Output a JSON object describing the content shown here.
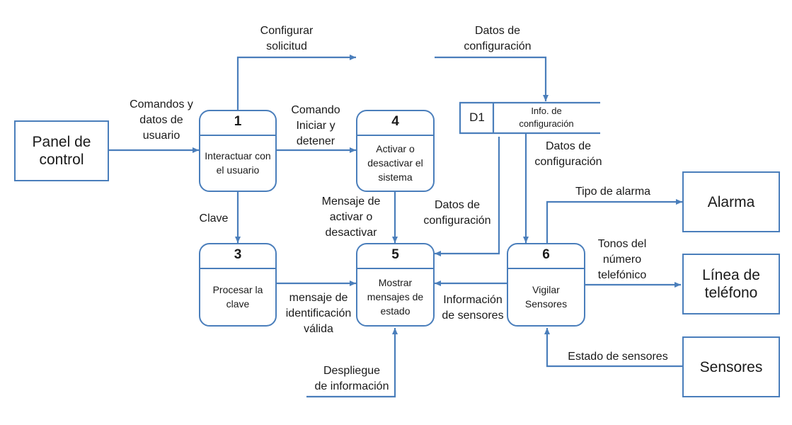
{
  "entities": {
    "panel": "Panel de control",
    "alarma": "Alarma",
    "linea": "Línea de teléfono",
    "sensores": "Sensores"
  },
  "processes": {
    "p1": {
      "num": "1",
      "label": "Interactuar con el usuario"
    },
    "p3": {
      "num": "3",
      "label": "Procesar la clave"
    },
    "p4": {
      "num": "4",
      "label": "Activar o desactivar el sistema"
    },
    "p5": {
      "num": "5",
      "label": "Mostrar mensajes de estado"
    },
    "p6": {
      "num": "6",
      "label": "Vigilar Sensores"
    }
  },
  "store": {
    "id": "D1",
    "label": "Info. de configuración"
  },
  "flows": {
    "comandos": "Comandos y\ndatos de\nusuario",
    "configurar": "Configurar\nsolicitud",
    "datos_top": "Datos de\nconfiguración",
    "comando_iniciar": "Comando\nIniciar y\ndetener",
    "clave": "Clave",
    "mensaje_activar": "Mensaje de\nactivar o\ndesactivar",
    "datos_left": "Datos de\nconfiguración",
    "datos_right": "Datos de\nconfiguración",
    "tipo_alarma": "Tipo de alarma",
    "tonos": "Tonos del\nnúmero\ntelefónico",
    "mensaje_ident": "mensaje de\nidentificación\nválida",
    "info_sensores": "Información\nde sensores",
    "estado_sensores": "Estado de sensores",
    "despliegue": "Despliegue\nde información"
  },
  "colors": {
    "line": "#4a7ebb",
    "text": "#1a1a1a",
    "background": "#ffffff"
  }
}
